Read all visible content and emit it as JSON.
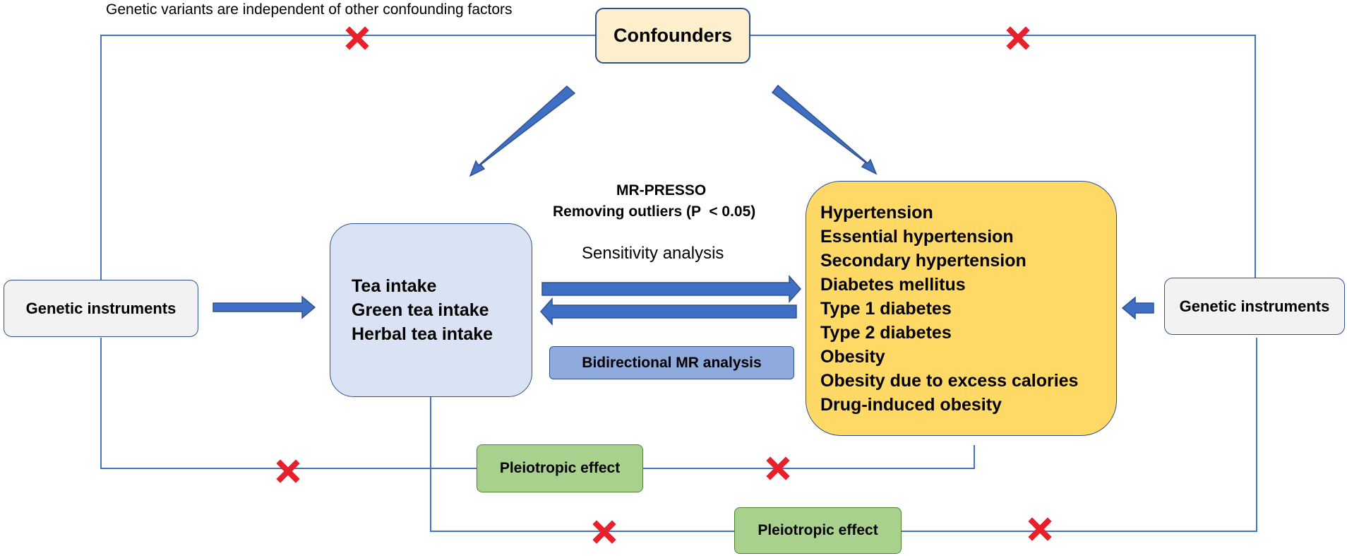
{
  "header_note": "Genetic variants are independent of other confounding factors",
  "confounders_label": "Confounders",
  "left_instruments_label": "Genetic instruments",
  "right_instruments_label": "Genetic instruments",
  "exposures": [
    "Tea intake",
    "Green tea intake",
    "Herbal tea intake"
  ],
  "outcomes": [
    "Hypertension",
    "Essential hypertension",
    "Secondary hypertension",
    "Diabetes mellitus",
    "Type 1 diabetes",
    "Type 2 diabetes",
    "Obesity",
    "Obesity due to excess calories",
    "Drug-induced obesity"
  ],
  "mr_presso_title": "MR-PRESSO",
  "mr_presso_detail": "Removing outliers (P  < 0.05)",
  "sensitivity_label": "Sensitivity analysis",
  "bidirectional_label": "Bidirectional MR analysis",
  "pleiotropic_upper_label": "Pleiotropic effect",
  "pleiotropic_lower_label": "Pleiotropic effect",
  "colors": {
    "line_blue": "#4472c4",
    "arrow_blue": "#3f6fc4",
    "arrow_stroke": "#2f528f",
    "x_red": "#e8202a",
    "confounder_fill": "#fdefcb",
    "instrument_fill": "#f2f2f2",
    "exposure_fill": "#dae3f3",
    "outcome_fill": "#ffd966",
    "bidirectional_fill": "#8faadc",
    "pleiotropic_fill": "#a9d18e"
  }
}
